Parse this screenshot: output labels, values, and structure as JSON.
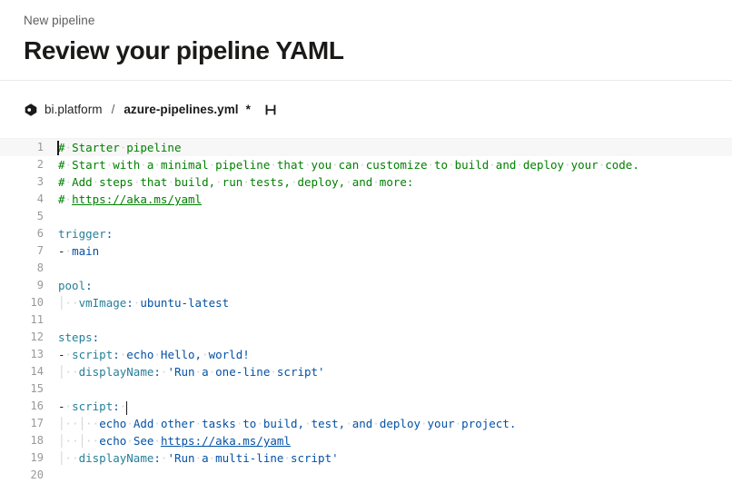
{
  "header": {
    "breadcrumb": "New pipeline",
    "title": "Review your pipeline YAML"
  },
  "filebar": {
    "repo_icon": "azure-repos-icon",
    "repo_name": "bi.platform",
    "separator": "/",
    "file_name": "azure-pipelines.yml",
    "dirty_marker": "*",
    "diff_icon": "compare-changes-icon"
  },
  "editor": {
    "language": "yaml",
    "colors": {
      "comment": "#008000",
      "key": "#267f99",
      "string": "#0451a5",
      "punctuation": "#0451a5",
      "plain": "#1b1a19",
      "whitespace_dot": "#d4d4d4",
      "indent_guide": "#d3d3d3",
      "active_line": "#f7f7f7",
      "gutter": "#999999",
      "background": "#ffffff"
    },
    "cursor_line": 1,
    "cursor_secondary_line": 16,
    "lines": [
      {
        "n": "1",
        "active": true,
        "caret_lead": true,
        "tokens": [
          {
            "c": "com",
            "t": "#"
          },
          {
            "c": "ws",
            "t": "·"
          },
          {
            "c": "com",
            "t": "Starter"
          },
          {
            "c": "ws",
            "t": "·"
          },
          {
            "c": "com",
            "t": "pipeline"
          }
        ]
      },
      {
        "n": "2",
        "active": false,
        "tokens": [
          {
            "c": "com",
            "t": "#"
          },
          {
            "c": "ws",
            "t": "·"
          },
          {
            "c": "com",
            "t": "Start"
          },
          {
            "c": "ws",
            "t": "·"
          },
          {
            "c": "com",
            "t": "with"
          },
          {
            "c": "ws",
            "t": "·"
          },
          {
            "c": "com",
            "t": "a"
          },
          {
            "c": "ws",
            "t": "·"
          },
          {
            "c": "com",
            "t": "minimal"
          },
          {
            "c": "ws",
            "t": "·"
          },
          {
            "c": "com",
            "t": "pipeline"
          },
          {
            "c": "ws",
            "t": "·"
          },
          {
            "c": "com",
            "t": "that"
          },
          {
            "c": "ws",
            "t": "·"
          },
          {
            "c": "com",
            "t": "you"
          },
          {
            "c": "ws",
            "t": "·"
          },
          {
            "c": "com",
            "t": "can"
          },
          {
            "c": "ws",
            "t": "·"
          },
          {
            "c": "com",
            "t": "customize"
          },
          {
            "c": "ws",
            "t": "·"
          },
          {
            "c": "com",
            "t": "to"
          },
          {
            "c": "ws",
            "t": "·"
          },
          {
            "c": "com",
            "t": "build"
          },
          {
            "c": "ws",
            "t": "·"
          },
          {
            "c": "com",
            "t": "and"
          },
          {
            "c": "ws",
            "t": "·"
          },
          {
            "c": "com",
            "t": "deploy"
          },
          {
            "c": "ws",
            "t": "·"
          },
          {
            "c": "com",
            "t": "your"
          },
          {
            "c": "ws",
            "t": "·"
          },
          {
            "c": "com",
            "t": "code."
          }
        ]
      },
      {
        "n": "3",
        "active": false,
        "tokens": [
          {
            "c": "com",
            "t": "#"
          },
          {
            "c": "ws",
            "t": "·"
          },
          {
            "c": "com",
            "t": "Add"
          },
          {
            "c": "ws",
            "t": "·"
          },
          {
            "c": "com",
            "t": "steps"
          },
          {
            "c": "ws",
            "t": "·"
          },
          {
            "c": "com",
            "t": "that"
          },
          {
            "c": "ws",
            "t": "·"
          },
          {
            "c": "com",
            "t": "build,"
          },
          {
            "c": "ws",
            "t": "·"
          },
          {
            "c": "com",
            "t": "run"
          },
          {
            "c": "ws",
            "t": "·"
          },
          {
            "c": "com",
            "t": "tests,"
          },
          {
            "c": "ws",
            "t": "·"
          },
          {
            "c": "com",
            "t": "deploy,"
          },
          {
            "c": "ws",
            "t": "·"
          },
          {
            "c": "com",
            "t": "and"
          },
          {
            "c": "ws",
            "t": "·"
          },
          {
            "c": "com",
            "t": "more:"
          }
        ]
      },
      {
        "n": "4",
        "active": false,
        "tokens": [
          {
            "c": "com",
            "t": "#"
          },
          {
            "c": "ws",
            "t": "·"
          },
          {
            "c": "com-link",
            "t": "https://aka.ms/yaml"
          }
        ]
      },
      {
        "n": "5",
        "active": false,
        "tokens": []
      },
      {
        "n": "6",
        "active": false,
        "tokens": [
          {
            "c": "key",
            "t": "trigger"
          },
          {
            "c": "punc",
            "t": ":"
          }
        ]
      },
      {
        "n": "7",
        "active": false,
        "tokens": [
          {
            "c": "plain",
            "t": "-"
          },
          {
            "c": "ws",
            "t": "·"
          },
          {
            "c": "str",
            "t": "main"
          }
        ]
      },
      {
        "n": "8",
        "active": false,
        "tokens": []
      },
      {
        "n": "9",
        "active": false,
        "tokens": [
          {
            "c": "key",
            "t": "pool"
          },
          {
            "c": "punc",
            "t": ":"
          }
        ]
      },
      {
        "n": "10",
        "active": false,
        "tokens": [
          {
            "c": "guide",
            "t": "│"
          },
          {
            "c": "ws",
            "t": "·"
          },
          {
            "c": "ws",
            "t": "·"
          },
          {
            "c": "key",
            "t": "vmImage"
          },
          {
            "c": "punc",
            "t": ":"
          },
          {
            "c": "ws",
            "t": "·"
          },
          {
            "c": "str",
            "t": "ubuntu-latest"
          }
        ]
      },
      {
        "n": "11",
        "active": false,
        "tokens": []
      },
      {
        "n": "12",
        "active": false,
        "tokens": [
          {
            "c": "key",
            "t": "steps"
          },
          {
            "c": "punc",
            "t": ":"
          }
        ]
      },
      {
        "n": "13",
        "active": false,
        "tokens": [
          {
            "c": "plain",
            "t": "-"
          },
          {
            "c": "ws",
            "t": "·"
          },
          {
            "c": "key",
            "t": "script"
          },
          {
            "c": "punc",
            "t": ":"
          },
          {
            "c": "ws",
            "t": "·"
          },
          {
            "c": "str",
            "t": "echo"
          },
          {
            "c": "ws",
            "t": "·"
          },
          {
            "c": "str",
            "t": "Hello,"
          },
          {
            "c": "ws",
            "t": "·"
          },
          {
            "c": "str",
            "t": "world!"
          }
        ]
      },
      {
        "n": "14",
        "active": false,
        "tokens": [
          {
            "c": "guide",
            "t": "│"
          },
          {
            "c": "ws",
            "t": "·"
          },
          {
            "c": "ws",
            "t": "·"
          },
          {
            "c": "key",
            "t": "displayName"
          },
          {
            "c": "punc",
            "t": ":"
          },
          {
            "c": "ws",
            "t": "·"
          },
          {
            "c": "str",
            "t": "'Run"
          },
          {
            "c": "ws",
            "t": "·"
          },
          {
            "c": "str",
            "t": "a"
          },
          {
            "c": "ws",
            "t": "·"
          },
          {
            "c": "str",
            "t": "one-line"
          },
          {
            "c": "ws",
            "t": "·"
          },
          {
            "c": "str",
            "t": "script'"
          }
        ]
      },
      {
        "n": "15",
        "active": false,
        "tokens": []
      },
      {
        "n": "16",
        "active": false,
        "caret_trail": true,
        "tokens": [
          {
            "c": "plain",
            "t": "-"
          },
          {
            "c": "ws",
            "t": "·"
          },
          {
            "c": "key",
            "t": "script"
          },
          {
            "c": "punc",
            "t": ":"
          },
          {
            "c": "ws",
            "t": "·"
          }
        ]
      },
      {
        "n": "17",
        "active": false,
        "tokens": [
          {
            "c": "guide",
            "t": "│"
          },
          {
            "c": "ws",
            "t": "·"
          },
          {
            "c": "ws",
            "t": "·"
          },
          {
            "c": "guide",
            "t": "│"
          },
          {
            "c": "ws",
            "t": "·"
          },
          {
            "c": "ws",
            "t": "·"
          },
          {
            "c": "str",
            "t": "echo"
          },
          {
            "c": "ws",
            "t": "·"
          },
          {
            "c": "str",
            "t": "Add"
          },
          {
            "c": "ws",
            "t": "·"
          },
          {
            "c": "str",
            "t": "other"
          },
          {
            "c": "ws",
            "t": "·"
          },
          {
            "c": "str",
            "t": "tasks"
          },
          {
            "c": "ws",
            "t": "·"
          },
          {
            "c": "str",
            "t": "to"
          },
          {
            "c": "ws",
            "t": "·"
          },
          {
            "c": "str",
            "t": "build,"
          },
          {
            "c": "ws",
            "t": "·"
          },
          {
            "c": "str",
            "t": "test,"
          },
          {
            "c": "ws",
            "t": "·"
          },
          {
            "c": "str",
            "t": "and"
          },
          {
            "c": "ws",
            "t": "·"
          },
          {
            "c": "str",
            "t": "deploy"
          },
          {
            "c": "ws",
            "t": "·"
          },
          {
            "c": "str",
            "t": "your"
          },
          {
            "c": "ws",
            "t": "·"
          },
          {
            "c": "str",
            "t": "project."
          }
        ]
      },
      {
        "n": "18",
        "active": false,
        "tokens": [
          {
            "c": "guide",
            "t": "│"
          },
          {
            "c": "ws",
            "t": "·"
          },
          {
            "c": "ws",
            "t": "·"
          },
          {
            "c": "guide",
            "t": "│"
          },
          {
            "c": "ws",
            "t": "·"
          },
          {
            "c": "ws",
            "t": "·"
          },
          {
            "c": "str",
            "t": "echo"
          },
          {
            "c": "ws",
            "t": "·"
          },
          {
            "c": "str",
            "t": "See"
          },
          {
            "c": "ws",
            "t": "·"
          },
          {
            "c": "str-link",
            "t": "https://aka.ms/yaml"
          }
        ]
      },
      {
        "n": "19",
        "active": false,
        "tokens": [
          {
            "c": "guide",
            "t": "│"
          },
          {
            "c": "ws",
            "t": "·"
          },
          {
            "c": "ws",
            "t": "·"
          },
          {
            "c": "key",
            "t": "displayName"
          },
          {
            "c": "punc",
            "t": ":"
          },
          {
            "c": "ws",
            "t": "·"
          },
          {
            "c": "str",
            "t": "'Run"
          },
          {
            "c": "ws",
            "t": "·"
          },
          {
            "c": "str",
            "t": "a"
          },
          {
            "c": "ws",
            "t": "·"
          },
          {
            "c": "str",
            "t": "multi-line"
          },
          {
            "c": "ws",
            "t": "·"
          },
          {
            "c": "str",
            "t": "script'"
          }
        ]
      },
      {
        "n": "20",
        "active": false,
        "tokens": []
      }
    ]
  }
}
